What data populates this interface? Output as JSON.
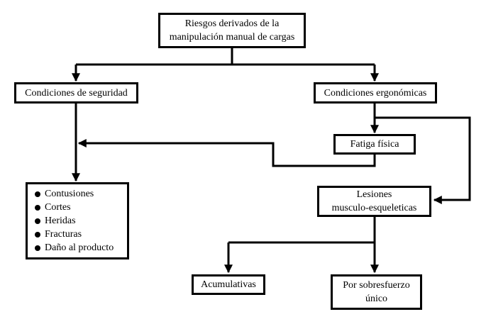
{
  "nodes": {
    "root": {
      "line1": "Riesgos derivados de la",
      "line2": "manipulación manual de cargas"
    },
    "seguridad": {
      "label": "Condiciones de seguridad"
    },
    "ergonomicas": {
      "label": "Condiciones ergonómicas"
    },
    "fatiga": {
      "label": "Fatiga física"
    },
    "consecuencias": {
      "items": [
        "Contusiones",
        "Cortes",
        "Heridas",
        "Fracturas",
        "Daño al producto"
      ]
    },
    "lesiones": {
      "line1": "Lesiones",
      "line2": "musculo-esqueleticas"
    },
    "acumulativas": {
      "label": "Acumulativas"
    },
    "sobresfuerzo": {
      "line1": "Por sobresfuerzo",
      "line2": "único"
    }
  }
}
